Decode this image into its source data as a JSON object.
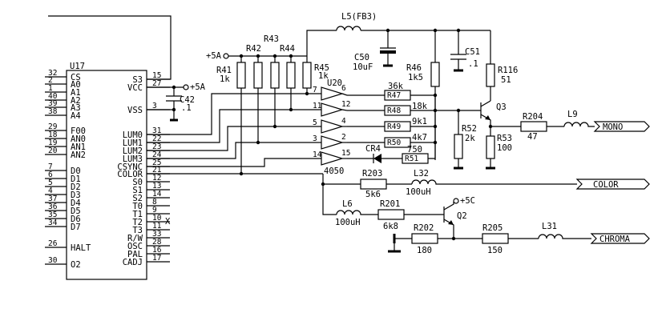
{
  "ic_u17": {
    "ref": "U17",
    "left_pins": [
      {
        "num": "32",
        "name": "CS"
      },
      {
        "num": "2",
        "name": "A0"
      },
      {
        "num": "1",
        "name": "A1"
      },
      {
        "num": "40",
        "name": "A2"
      },
      {
        "num": "39",
        "name": "A3"
      },
      {
        "num": "38",
        "name": "A4"
      },
      {
        "num": "29",
        "name": "F00"
      },
      {
        "num": "18",
        "name": "AN0"
      },
      {
        "num": "19",
        "name": "AN1"
      },
      {
        "num": "20",
        "name": "AN2"
      },
      {
        "num": "7",
        "name": "D0"
      },
      {
        "num": "6",
        "name": "D1"
      },
      {
        "num": "5",
        "name": "D2"
      },
      {
        "num": "4",
        "name": "D3"
      },
      {
        "num": "37",
        "name": "D4"
      },
      {
        "num": "36",
        "name": "D5"
      },
      {
        "num": "35",
        "name": "D6"
      },
      {
        "num": "34",
        "name": "D7"
      },
      {
        "num": "26",
        "name": "HALT"
      },
      {
        "num": "30",
        "name": "O2"
      }
    ],
    "right_pins": [
      {
        "num": "15",
        "name": "S3"
      },
      {
        "num": "27",
        "name": "VCC"
      },
      {
        "num": "3",
        "name": "VSS"
      },
      {
        "num": "31",
        "name": "LUM0"
      },
      {
        "num": "22",
        "name": "LUM1"
      },
      {
        "num": "23",
        "name": "LUM2"
      },
      {
        "num": "24",
        "name": "LUM3"
      },
      {
        "num": "25",
        "name": "CSYNC"
      },
      {
        "num": "21",
        "name": "COLOR"
      },
      {
        "num": "12",
        "name": "S0"
      },
      {
        "num": "13",
        "name": "S1"
      },
      {
        "num": "14",
        "name": "S2"
      },
      {
        "num": "8",
        "name": "T0"
      },
      {
        "num": "9",
        "name": "T1"
      },
      {
        "num": "10",
        "name": "T2"
      },
      {
        "num": "11",
        "name": "T3"
      },
      {
        "num": "33",
        "name": "R/W"
      },
      {
        "num": "28",
        "name": "OSC"
      },
      {
        "num": "16",
        "name": "PAL"
      },
      {
        "num": "17",
        "name": "CADJ"
      }
    ],
    "no_connect_mark": "X"
  },
  "ic_u20": {
    "ref": "U20",
    "part": "4050",
    "inputs": [
      "7",
      "11",
      "5",
      "3",
      "14"
    ],
    "outputs": [
      "6",
      "12",
      "4",
      "2",
      "15"
    ]
  },
  "power": {
    "plus5a": "+5A",
    "plus5c": "+5C"
  },
  "resistors": {
    "r41": {
      "ref": "R41",
      "value": "1k"
    },
    "r42": {
      "ref": "R42"
    },
    "r43": {
      "ref": "R43"
    },
    "r44": {
      "ref": "R44"
    },
    "r45": {
      "ref": "R45",
      "value": "1k"
    },
    "r46": {
      "ref": "R46",
      "value": "1k5"
    },
    "r47": {
      "ref": "R47",
      "value": "36k"
    },
    "r48": {
      "ref": "R48",
      "value": "18k"
    },
    "r49": {
      "ref": "R49",
      "value": "9k1"
    },
    "r50": {
      "ref": "R50",
      "value": "4k7"
    },
    "r51": {
      "ref": "R51",
      "value": "750"
    },
    "r52": {
      "ref": "R52",
      "value": "2k"
    },
    "r53": {
      "ref": "R53",
      "value": "100"
    },
    "r116": {
      "ref": "R116",
      "value": "51"
    },
    "r201": {
      "ref": "R201",
      "value": "6k8"
    },
    "r202": {
      "ref": "R202",
      "value": "180"
    },
    "r203": {
      "ref": "R203",
      "value": "5k6"
    },
    "r204": {
      "ref": "R204",
      "value": "47"
    },
    "r205": {
      "ref": "R205",
      "value": "150"
    }
  },
  "capacitors": {
    "c42": {
      "ref": "C42",
      "value": ".1"
    },
    "c50": {
      "ref": "C50",
      "value": "10uF"
    },
    "c51": {
      "ref": "C51",
      "value": ".1"
    }
  },
  "inductors": {
    "l5": {
      "ref": "L5(FB3)"
    },
    "l6": {
      "ref": "L6",
      "value": "100uH"
    },
    "l9": {
      "ref": "L9"
    },
    "l31": {
      "ref": "L31"
    },
    "l32": {
      "ref": "L32",
      "value": "100uH"
    }
  },
  "transistors": {
    "q2": "Q2",
    "q3": "Q3"
  },
  "diode": {
    "ref": "CR4"
  },
  "outputs": {
    "mono": "MONO",
    "color": "COLOR",
    "chroma": "CHROMA"
  }
}
